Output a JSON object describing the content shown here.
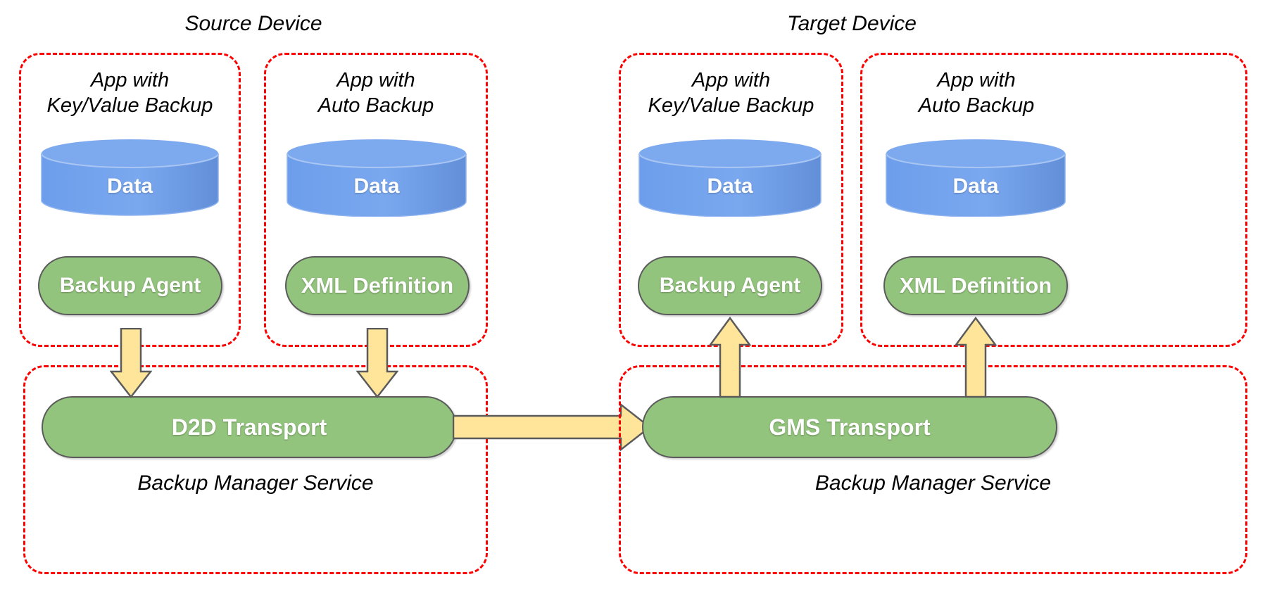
{
  "diagram": {
    "title_left": "Source Device",
    "title_right": "Target Device",
    "colors": {
      "dashed_border": "#ff0000",
      "cylinder_fill": "#6d9eeb",
      "pill_fill": "#93c47d",
      "pill_stroke": "#5b5b5b",
      "arrow_fill": "#ffe599",
      "arrow_stroke": "#5b5b5b",
      "text_light": "#ffffff",
      "text_dark": "#000000",
      "background": "#ffffff"
    }
  },
  "source_device": {
    "label": "Source Device",
    "apps": [
      {
        "title": "App with\nKey/Value Backup",
        "data_label": "Data",
        "component_label": "Backup Agent"
      },
      {
        "title": "App with\nAuto Backup",
        "data_label": "Data",
        "component_label": "XML Definition"
      }
    ],
    "service": {
      "transport_label": "D2D Transport",
      "service_label": "Backup Manager Service"
    }
  },
  "target_device": {
    "label": "Target Device",
    "apps": [
      {
        "title": "App with\nKey/Value Backup",
        "data_label": "Data",
        "component_label": "Backup Agent"
      },
      {
        "title": "App with\nAuto Backup",
        "data_label": "Data",
        "component_label": "XML Definition"
      }
    ],
    "service": {
      "transport_label": "GMS Transport",
      "service_label": "Backup Manager Service"
    }
  },
  "flows": {
    "source_app1_to_transport": "down-arrow",
    "source_app2_to_transport": "down-arrow",
    "d2d_to_gms": "right-arrow",
    "gms_to_target_app1": "up-arrow",
    "gms_to_target_app2": "up-arrow"
  }
}
